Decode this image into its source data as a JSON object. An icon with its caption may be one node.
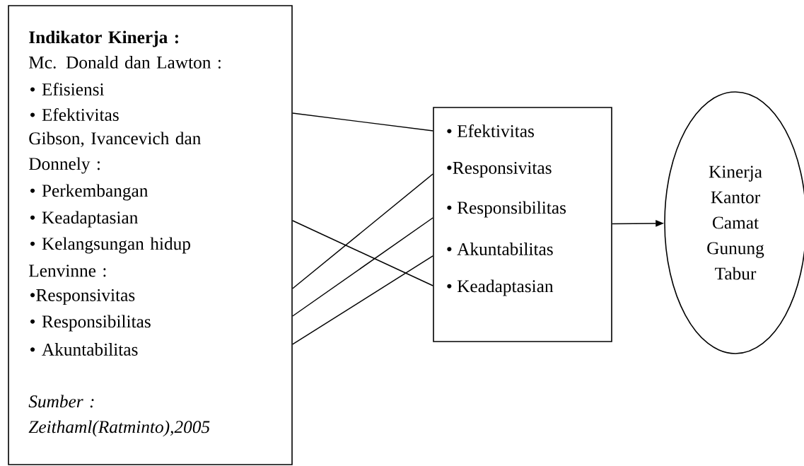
{
  "diagram": {
    "nodes": [
      {
        "text": [
          "Indikator Kinerja :",
          "Mc. Donald dan Lawton :",
          "Gibson, Ivancevich dan Donnely :",
          "Lenvinne :",
          "Sumber : Zeithaml(Ratminto),2005"
        ]
      },
      {
        "text": [
          "• Efisiensi"
        ],
        "in": 0
      },
      {
        "text": [
          "• Efektivitas"
        ],
        "in": 0
      },
      {
        "text": [
          "• Perkembangan"
        ],
        "in": 0
      },
      {
        "text": [
          "• Keadaptasian"
        ],
        "in": 0
      },
      {
        "text": [
          "• Kelangsungan hidup"
        ],
        "in": 0
      },
      {
        "text": [
          "•Responsivitas"
        ],
        "in": 0
      },
      {
        "text": [
          "• Responsibilitas"
        ],
        "in": 0
      },
      {
        "text": [
          "• Akuntabilitas"
        ],
        "in": 0
      },
      {
        "text": [],
        "shape": "box"
      },
      {
        "text": [
          "• Efektivitas"
        ],
        "in": 9
      },
      {
        "text": [
          "•Responsivitas"
        ],
        "in": 9
      },
      {
        "text": [
          "• Responsibilitas"
        ],
        "in": 9
      },
      {
        "text": [
          "• Akuntabilitas"
        ],
        "in": 9
      },
      {
        "text": [
          "• Keadaptasian"
        ],
        "in": 9
      },
      {
        "text": [
          "Kinerja Kantor Camat Gunung Tabur"
        ]
      }
    ],
    "edges": [
      {
        "from": 0,
        "to": 9,
        "arrow": "none"
      },
      {
        "from": 0,
        "to": 9,
        "arrow": "none"
      },
      {
        "from": 0,
        "to": 9,
        "arrow": "none"
      },
      {
        "from": 0,
        "to": 9,
        "arrow": "none"
      },
      {
        "from": 0,
        "to": 9,
        "arrow": "none"
      },
      {
        "from": 9,
        "to": 15,
        "arrow": "to"
      }
    ]
  }
}
